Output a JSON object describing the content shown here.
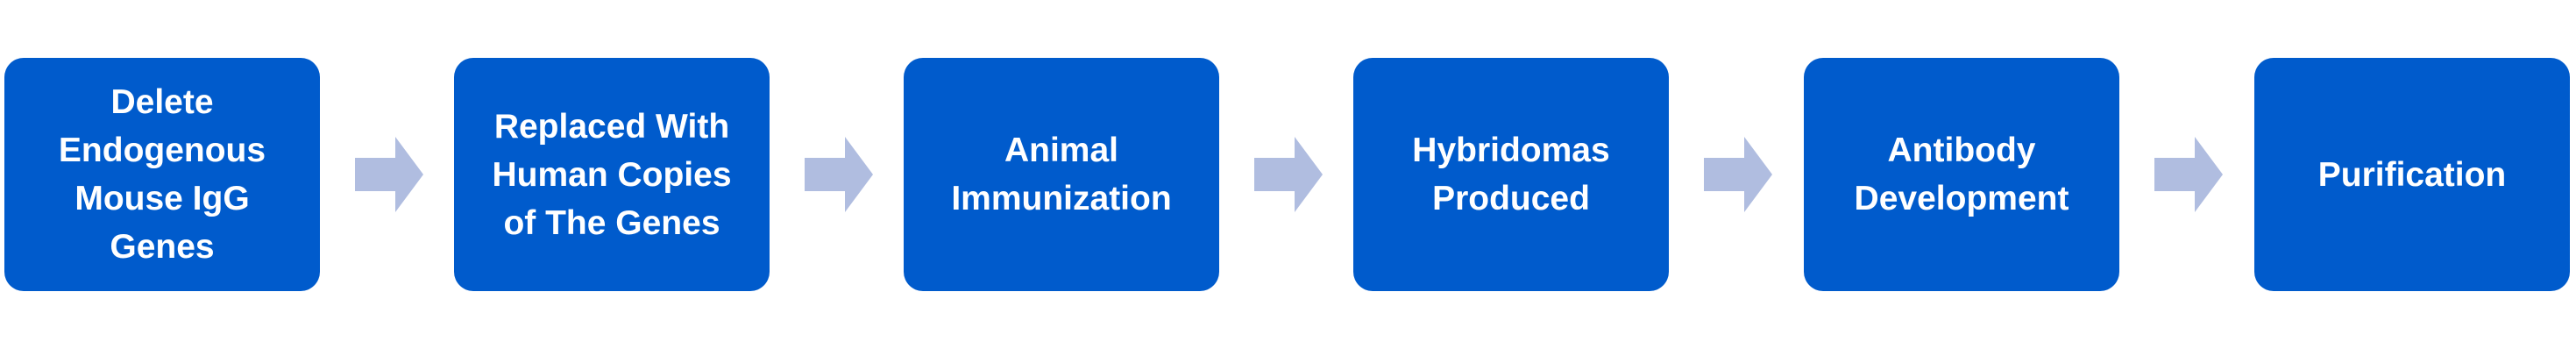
{
  "steps": [
    {
      "label": "Delete\nEndogenous\nMouse IgG\nGenes"
    },
    {
      "label": "Replaced With\nHuman Copies\nof The Genes"
    },
    {
      "label": "Animal\nImmunization"
    },
    {
      "label": "Hybridomas\nProduced"
    },
    {
      "label": "Antibody\nDevelopment"
    },
    {
      "label": "Purification"
    }
  ],
  "colors": {
    "box_fill": "#005bcc",
    "box_text": "#ffffff",
    "arrow_fill": "#b0bde0"
  },
  "icons": {
    "connector": "right-arrow-icon"
  }
}
